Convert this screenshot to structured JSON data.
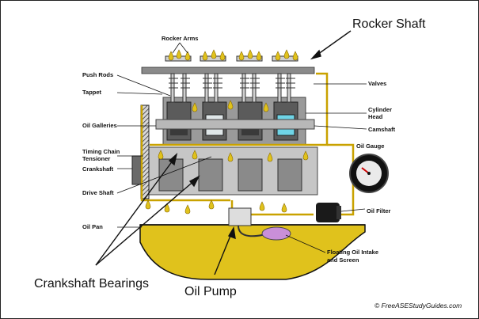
{
  "labels": {
    "rocker_arms": "Rocker Arms",
    "push_rods": "Push Rods",
    "tappet": "Tappet",
    "oil_galleries": "Oil Galleries",
    "timing_chain": "Timing Chain",
    "tensioner": "Tensioner",
    "crankshaft": "Crankshaft",
    "drive_shaft": "Drive Shaft",
    "oil_pan": "Oil Pan",
    "valves": "Valves",
    "cylinder": "Cylinder",
    "head": "Head",
    "camshaft": "Camshaft",
    "oil_gauge": "Oil Gauge",
    "oil_filter": "Oil Filter",
    "floating_intake_1": "Floating Oil Intake",
    "floating_intake_2": "and Screen"
  },
  "callouts": {
    "rocker_shaft": "Rocker Shaft",
    "crankshaft_bearings": "Crankshaft Bearings",
    "oil_pump": "Oil Pump"
  },
  "credit": "© FreeASEStudyGuides.com",
  "colors": {
    "oil": "#e0c21c",
    "oil_line": "#c9a200",
    "engine_gray": "#8f8f8f",
    "dark_gray": "#4d4d4d",
    "piston_cyan": "#6fd4e6",
    "pickup_purple": "#c98fd8"
  }
}
